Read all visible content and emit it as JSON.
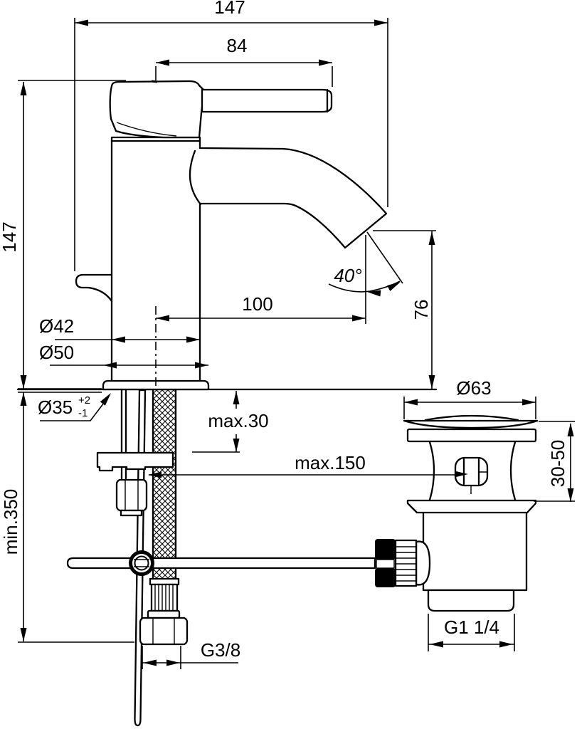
{
  "drawing_type": "faucet-installation-dimensional-drawing",
  "labels": {
    "overall_depth": "147",
    "lever_length": "84",
    "body_height": "147",
    "body_diameter": "Ø42",
    "base_diameter": "Ø50",
    "mounting_hole_diameter": "Ø35",
    "mounting_hole_tol_upper": "+2",
    "mounting_hole_tol_lower": "-1",
    "spout_reach": "100",
    "spout_angle": "40°",
    "spout_height": "76",
    "max_deck_thickness": "max.30",
    "max_waste_distance": "max.150",
    "waste_flange_diameter": "Ø63",
    "waste_deck_range": "30-50",
    "min_hose_length": "min.350",
    "supply_connection": "G3/8",
    "waste_connection": "G1 1/4"
  },
  "colors": {
    "line": "#000000",
    "background": "#ffffff"
  }
}
